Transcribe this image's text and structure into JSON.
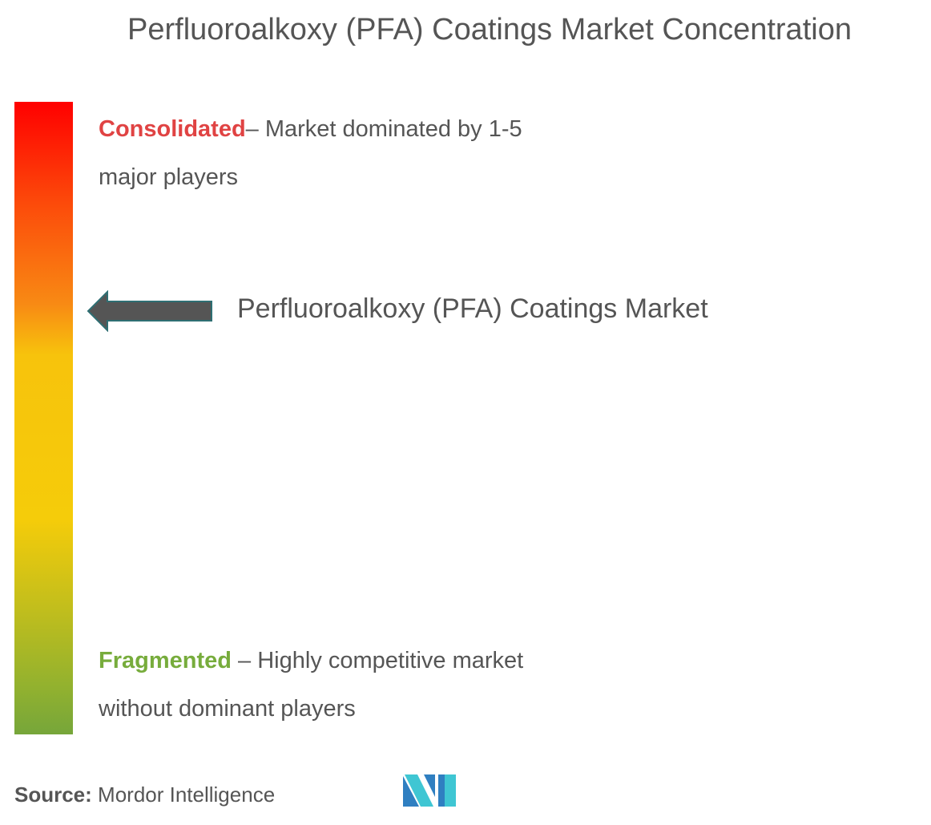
{
  "title": "Perfluoroalkoxy (PFA) Coatings Market Concentration",
  "scale": {
    "top_color": "#ff0000",
    "bottom_color": "#76a63a"
  },
  "consolidated": {
    "keyword": "Consolidated",
    "line1_rest": "– Market dominated by 1-5",
    "line2": "major players",
    "color": "#e04343"
  },
  "fragmented": {
    "keyword": "Fragmented",
    "line1_rest": " – Highly competitive market",
    "line2": "without dominant players",
    "color": "#77ac3c"
  },
  "marker": {
    "label": "Perfluoroalkoxy (PFA) Coatings Market",
    "icon": "arrow-left-icon",
    "position_fraction_from_top": 0.33
  },
  "source": {
    "label": "Source:",
    "value": " Mordor Intelligence"
  },
  "logo": {
    "icon": "mordor-intelligence-logo",
    "colors": [
      "#2f7fc1",
      "#3fc6d3"
    ]
  }
}
